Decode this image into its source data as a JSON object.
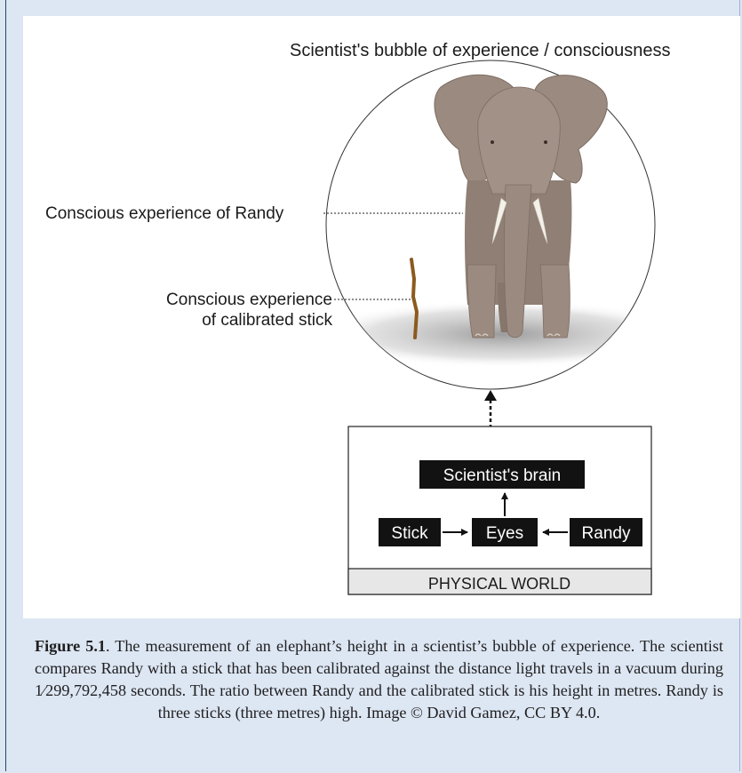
{
  "diagram": {
    "bubble_title": "Scientist's bubble of experience / consciousness",
    "label_randy_line1": "Conscious experience of Randy",
    "label_stick_line1": "Conscious experience",
    "label_stick_line2": "of calibrated stick",
    "box_brain": "Scientist's brain",
    "box_stick": "Stick",
    "box_eyes": "Eyes",
    "box_randy": "Randy",
    "physical_world": "PHYSICAL WORLD",
    "colors": {
      "elephant": "#9b8a7f",
      "elephant_shadow": "#7d6d63",
      "stick": "#8b5a1e",
      "box_fill": "#121212",
      "world_band": "#e7e7e7"
    }
  },
  "caption": {
    "figure_label": "Figure 5.1",
    "text": ". The measurement of an elephant’s height in a scientist’s bubble of experience. The scientist compares Randy with a stick that has been calibrated against the distance light travels in a vacuum during 1⁄299,792,458 seconds. The ratio between Randy and the calibrated stick is his height in metres. Randy is three sticks (three metres) high. Image © David Gamez, CC BY 4.0."
  }
}
